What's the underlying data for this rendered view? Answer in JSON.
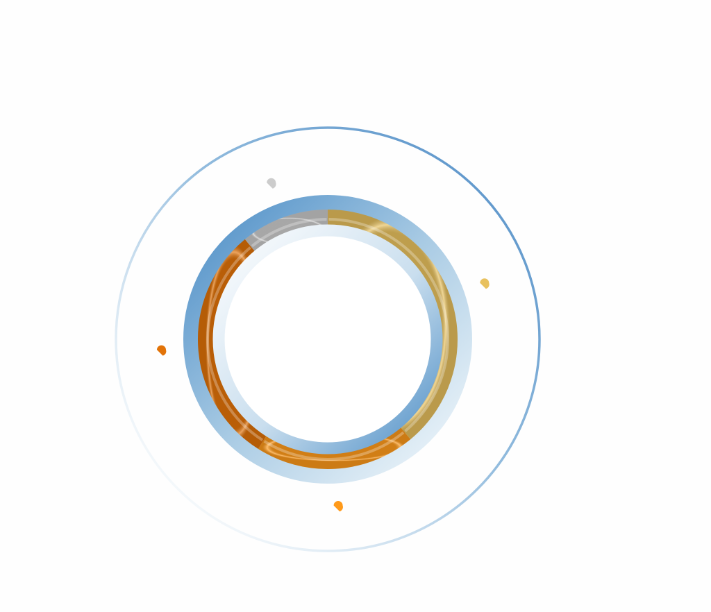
{
  "chart_data": {
    "type": "pie",
    "style": "donut",
    "title": "",
    "categories": [
      "",
      "",
      "",
      ""
    ],
    "values": [
      39,
      20,
      30,
      11
    ],
    "colors": [
      "#E8C15E",
      "#FF9A1A",
      "#E27308",
      "#CCCCCC"
    ],
    "legend": "none",
    "grid": false
  },
  "decor": {
    "accent_blue": "#4A90C8",
    "outer_ring_color": "#5C9ACB"
  }
}
